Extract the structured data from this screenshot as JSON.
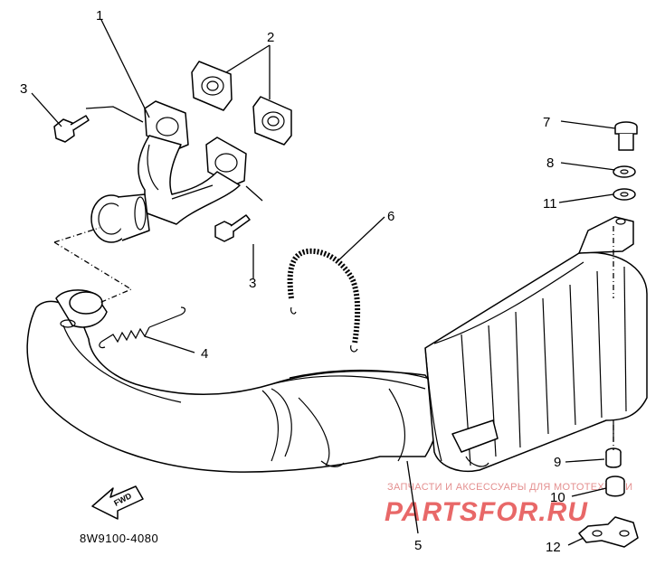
{
  "diagram": {
    "part_numbers": [
      "1",
      "2",
      "3",
      "3",
      "4",
      "5",
      "6",
      "7",
      "8",
      "11",
      "9",
      "10",
      "12"
    ],
    "parts": [
      {
        "number": "1",
        "icon": "exhaust-pipe-icon"
      },
      {
        "number": "2",
        "icon": "gasket-icon"
      },
      {
        "number": "3",
        "icon": "bolt-icon"
      },
      {
        "number": "4",
        "icon": "spring-icon"
      },
      {
        "number": "5",
        "icon": "muffler-icon"
      },
      {
        "number": "6",
        "icon": "hose-icon"
      },
      {
        "number": "7",
        "icon": "bolt-icon"
      },
      {
        "number": "8",
        "icon": "washer-icon"
      },
      {
        "number": "11",
        "icon": "washer-icon"
      },
      {
        "number": "9",
        "icon": "collar-icon"
      },
      {
        "number": "10",
        "icon": "damper-icon"
      },
      {
        "number": "12",
        "icon": "bracket-icon"
      }
    ],
    "front_arrow_label": "FWD",
    "diagram_code": "8W9100-4080"
  },
  "watermark": {
    "tagline": "ЗАПЧАСТИ И АКСЕССУАРЫ ДЛЯ МОТОТЕХНИКИ",
    "brand": "PARTSFOR.RU",
    "color": "#e86868"
  }
}
